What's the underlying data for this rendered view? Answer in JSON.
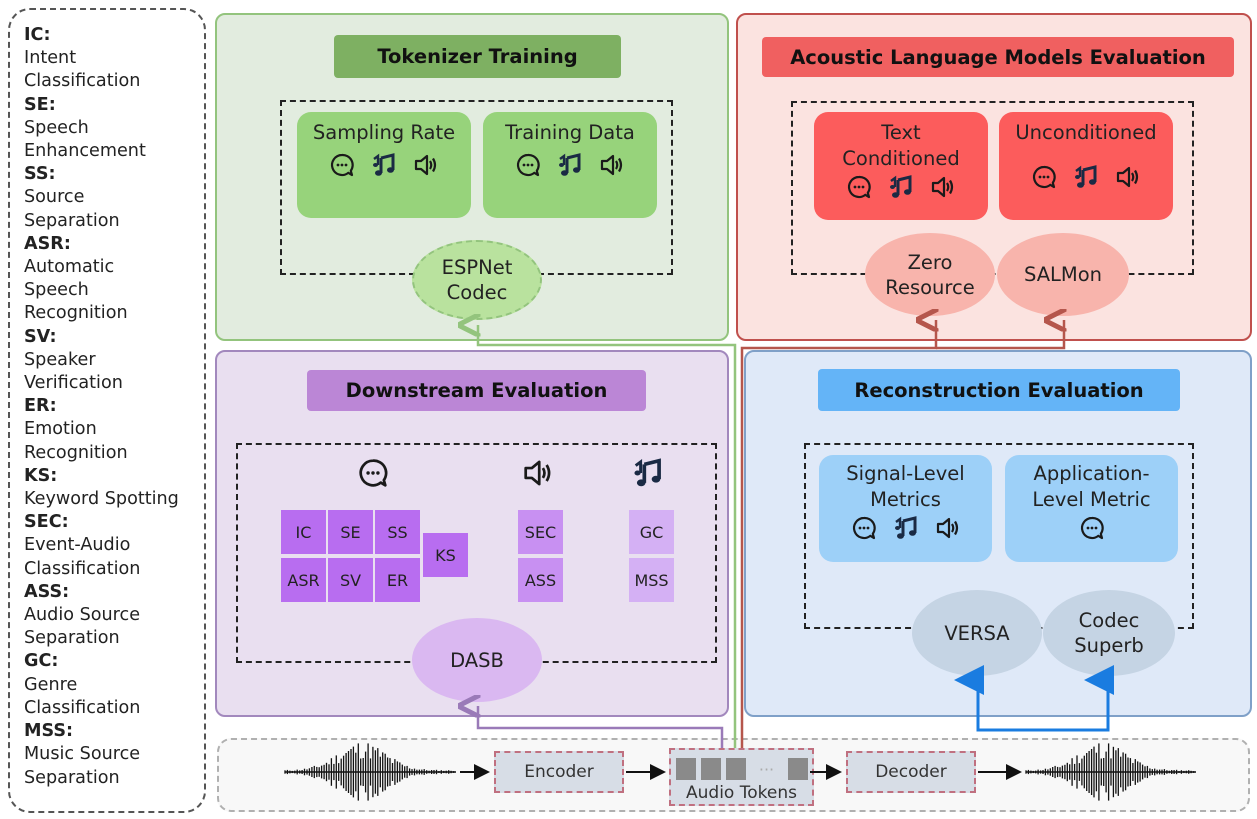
{
  "legend": [
    {
      "abbr": "IC:",
      "lines": [
        "Intent",
        "Classification"
      ]
    },
    {
      "abbr": "SE:",
      "lines": [
        "Speech",
        "Enhancement"
      ]
    },
    {
      "abbr": "SS:",
      "lines": [
        "Source",
        "Separation"
      ]
    },
    {
      "abbr": "ASR:",
      "lines": [
        "Automatic",
        "Speech",
        "Recognition"
      ]
    },
    {
      "abbr": "SV:",
      "lines": [
        "Speaker",
        "Verification"
      ]
    },
    {
      "abbr": "ER:",
      "lines": [
        "Emotion",
        "Recognition"
      ]
    },
    {
      "abbr": "KS:",
      "lines": [
        "Keyword Spotting"
      ]
    },
    {
      "abbr": "SEC:",
      "lines": [
        "Event-Audio",
        "Classification"
      ]
    },
    {
      "abbr": "ASS:",
      "lines": [
        "Audio Source",
        "Separation"
      ]
    },
    {
      "abbr": "GC:",
      "lines": [
        "Genre",
        "Classification"
      ]
    },
    {
      "abbr": "MSS:",
      "lines": [
        "Music Source",
        "Separation"
      ]
    }
  ],
  "tokenizer": {
    "title": "Tokenizer Training",
    "card1": "Sampling Rate",
    "card2": "Training Data",
    "tool_line1": "ESPNet",
    "tool_line2": "Codec"
  },
  "alm": {
    "title": "Acoustic Language Models Evaluation",
    "card1_line1": "Text",
    "card1_line2": "Conditioned",
    "card2": "Unconditioned",
    "tool1_line1": "Zero",
    "tool1_line2": "Resource",
    "tool2": "SALMon"
  },
  "downstream": {
    "title": "Downstream Evaluation",
    "speech_tasks": [
      "IC",
      "SE",
      "SS",
      "ASR",
      "SV",
      "ER"
    ],
    "speech_extra": "KS",
    "audio_tasks": [
      "SEC",
      "ASS"
    ],
    "music_tasks": [
      "GC",
      "MSS"
    ],
    "tool": "DASB"
  },
  "reconstruction": {
    "title": "Reconstruction Evaluation",
    "card1_line1": "Signal-Level",
    "card1_line2": "Metrics",
    "card2_line1": "Application-",
    "card2_line2": "Level Metric",
    "tool1": "VERSA",
    "tool2_line1": "Codec",
    "tool2_line2": "Superb"
  },
  "pipeline": {
    "encoder": "Encoder",
    "tokens": "Audio Tokens",
    "token_ellipsis": "···",
    "decoder": "Decoder"
  },
  "colors": {
    "green_panel": "#e2ecdf",
    "green_border": "#93c47d",
    "green_title": "#7eb062",
    "green_card": "#97d37b",
    "red_panel": "#fbe3e0",
    "red_border": "#c0504d",
    "red_title": "#f06060",
    "red_card": "#fc5c5c",
    "red_tool": "#f8b4ac",
    "purple_panel": "#e9dff0",
    "purple_border": "#a288bd",
    "purple_title": "#bb86d6",
    "purple_chip": "#b86df0",
    "purple_chip_light": "#d4b0f4",
    "purple_tool": "#dab8f1",
    "blue_panel": "#dfe9f8",
    "blue_border": "#7fa0c8",
    "blue_title": "#64b4f7",
    "blue_card": "#9dd0f8",
    "blue_tool": "#c5d4e4"
  },
  "icons": [
    "speech-icon",
    "music-icon",
    "audio-icon"
  ]
}
